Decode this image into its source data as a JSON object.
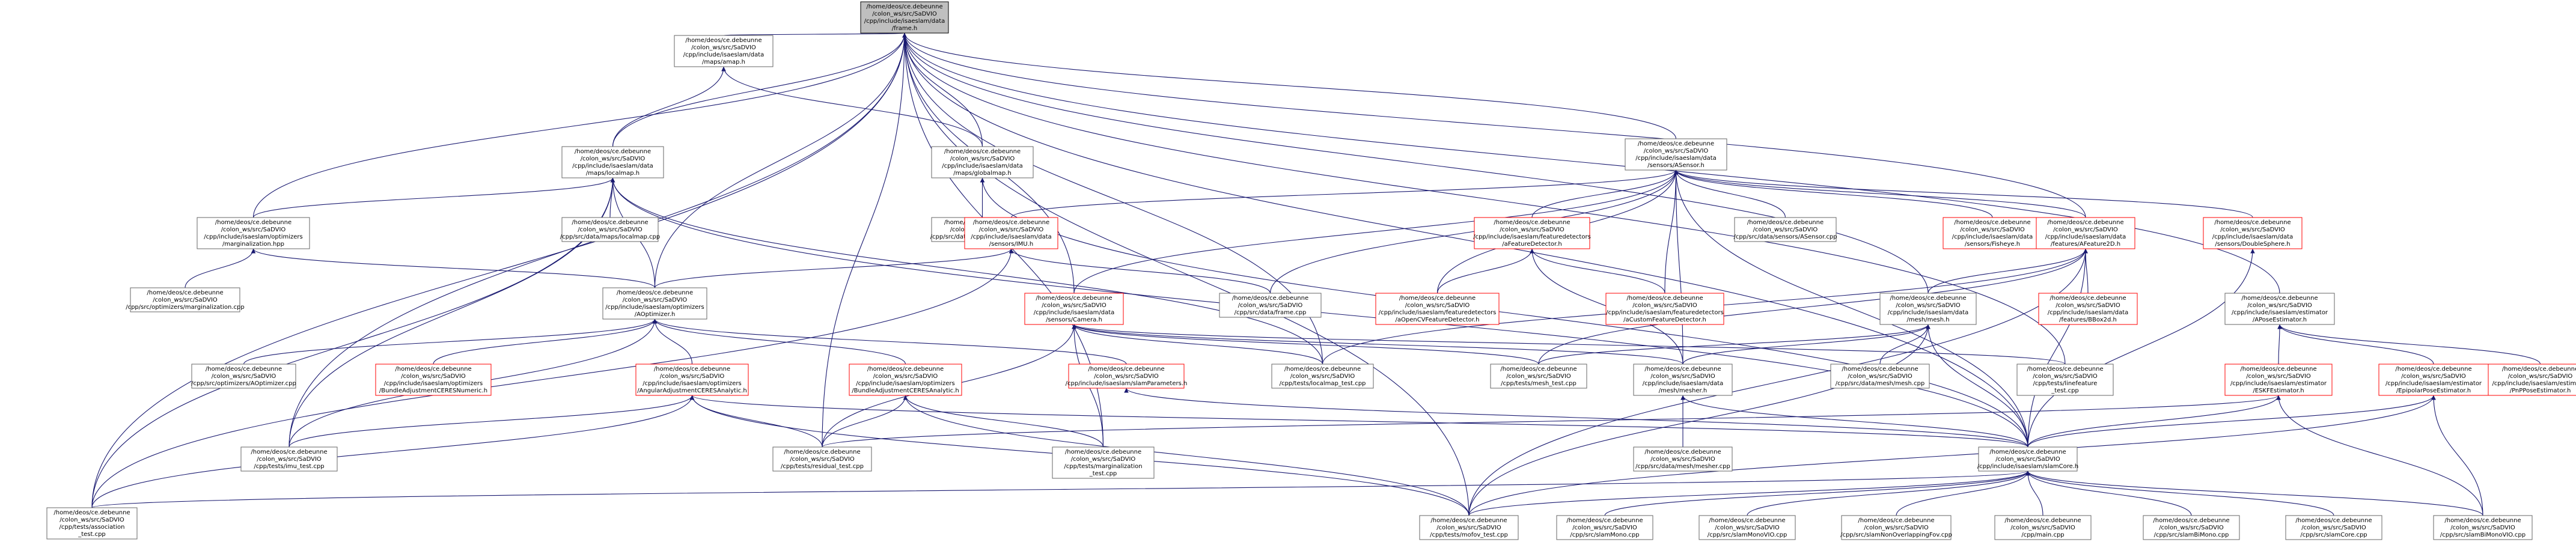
{
  "colors": {
    "background": "#ffffff",
    "node_fill": "#ffffff",
    "node_border": "#666666",
    "node_border_highlight": "#ff0000",
    "root_fill": "#bfbfbf",
    "root_border": "#000000",
    "edge_color": "#191970",
    "text_color": "#000000"
  },
  "nodes": [
    {
      "id": "frame",
      "root": true,
      "lines": [
        "/home/deos/ce.debeunne",
        "/colon_ws/src/SaDVIO",
        "/cpp/include/isaeslam/data",
        "/frame.h"
      ]
    },
    {
      "id": "amap",
      "lines": [
        "/home/deos/ce.debeunne",
        "/colon_ws/src/SaDVIO",
        "/cpp/include/isaeslam/data",
        "/maps/amap.h"
      ]
    },
    {
      "id": "asensor",
      "lines": [
        "/home/deos/ce.debeunne",
        "/colon_ws/src/SaDVIO",
        "/cpp/include/isaeslam/data",
        "/sensors/ASensor.h"
      ]
    },
    {
      "id": "localmap_h",
      "lines": [
        "/home/deos/ce.debeunne",
        "/colon_ws/src/SaDVIO",
        "/cpp/include/isaeslam/data",
        "/maps/localmap.h"
      ]
    },
    {
      "id": "globalmap_h",
      "lines": [
        "/home/deos/ce.debeunne",
        "/colon_ws/src/SaDVIO",
        "/cpp/include/isaeslam/data",
        "/maps/globalmap.h"
      ]
    },
    {
      "id": "marg_hpp",
      "lines": [
        "/home/deos/ce.debeunne",
        "/colon_ws/src/SaDVIO",
        "/cpp/include/isaeslam/optimizers",
        "/marginalization.hpp"
      ]
    },
    {
      "id": "localmap_cpp",
      "lines": [
        "/home/deos/ce.debeunne",
        "/colon_ws/src/SaDVIO",
        "/cpp/src/data/maps/localmap.cpp"
      ]
    },
    {
      "id": "globalmap_cpp",
      "lines": [
        "/home/deos/ce.debeunne",
        "/colon_ws/src/SaDVIO",
        "/cpp/src/data/maps/globalmap.cpp"
      ]
    },
    {
      "id": "imu_h",
      "red": true,
      "lines": [
        "/home/deos/ce.debeunne",
        "/colon_ws/src/SaDVIO",
        "/cpp/include/isaeslam/data",
        "/sensors/IMU.h"
      ]
    },
    {
      "id": "afeatdet",
      "red": true,
      "lines": [
        "/home/deos/ce.debeunne",
        "/colon_ws/src/SaDVIO",
        "/cpp/include/isaeslam/featuredetectors",
        "/aFeatureDetector.h"
      ]
    },
    {
      "id": "asensor_cpp",
      "lines": [
        "/home/deos/ce.debeunne",
        "/colon_ws/src/SaDVIO",
        "/cpp/src/data/sensors/ASensor.cpp"
      ]
    },
    {
      "id": "fisheye",
      "red": true,
      "lines": [
        "/home/deos/ce.debeunne",
        "/colon_ws/src/SaDVIO",
        "/cpp/include/isaeslam/data",
        "/sensors/Fisheye.h"
      ]
    },
    {
      "id": "afeature2d",
      "red": true,
      "lines": [
        "/home/deos/ce.debeunne",
        "/colon_ws/src/SaDVIO",
        "/cpp/include/isaeslam/data",
        "/features/AFeature2D.h"
      ]
    },
    {
      "id": "dsphere",
      "red": true,
      "lines": [
        "/home/deos/ce.debeunne",
        "/colon_ws/src/SaDVIO",
        "/cpp/include/isaeslam/data",
        "/sensors/DoubleSphere.h"
      ]
    },
    {
      "id": "marg_cpp",
      "lines": [
        "/home/deos/ce.debeunne",
        "/colon_ws/src/SaDVIO",
        "/cpp/src/optimizers/marginalization.cpp"
      ]
    },
    {
      "id": "aoptimizer",
      "lines": [
        "/home/deos/ce.debeunne",
        "/colon_ws/src/SaDVIO",
        "/cpp/include/isaeslam/optimizers",
        "/AOptimizer.h"
      ]
    },
    {
      "id": "frame_cpp",
      "lines": [
        "/home/deos/ce.debeunne",
        "/colon_ws/src/SaDVIO",
        "/cpp/src/data/frame.cpp"
      ]
    },
    {
      "id": "acamera",
      "red": true,
      "lines": [
        "/home/deos/ce.debeunne",
        "/colon_ws/src/SaDVIO",
        "/cpp/include/isaeslam/data",
        "/sensors/Camera.h"
      ]
    },
    {
      "id": "aocv",
      "red": true,
      "lines": [
        "/home/deos/ce.debeunne",
        "/colon_ws/src/SaDVIO",
        "/cpp/include/isaeslam/featuredetectors",
        "/aOpenCVFeatureDetector.h"
      ]
    },
    {
      "id": "acustom",
      "red": true,
      "lines": [
        "/home/deos/ce.debeunne",
        "/colon_ws/src/SaDVIO",
        "/cpp/include/isaeslam/featuredetectors",
        "/aCustomFeatureDetector.h"
      ]
    },
    {
      "id": "mesh_h",
      "lines": [
        "/home/deos/ce.debeunne",
        "/colon_ws/src/SaDVIO",
        "/cpp/include/isaeslam/data",
        "/mesh/mesh.h"
      ]
    },
    {
      "id": "bbox",
      "red": true,
      "lines": [
        "/home/deos/ce.debeunne",
        "/colon_ws/src/SaDVIO",
        "/cpp/include/isaeslam/data",
        "/features/BBox2d.h"
      ]
    },
    {
      "id": "aposeest",
      "lines": [
        "/home/deos/ce.debeunne",
        "/colon_ws/src/SaDVIO",
        "/cpp/include/isaeslam/estimator",
        "/APoseEstimator.h"
      ]
    },
    {
      "id": "aopt_cpp",
      "lines": [
        "/home/deos/ce.debeunne",
        "/colon_ws/src/SaDVIO",
        "/cpp/src/optimizers/AOptimizer.cpp"
      ]
    },
    {
      "id": "ba_num",
      "red": true,
      "lines": [
        "/home/deos/ce.debeunne",
        "/colon_ws/src/SaDVIO",
        "/cpp/include/isaeslam/optimizers",
        "/BundleAdjustmentCERESNumeric.h"
      ]
    },
    {
      "id": "aa_ceres",
      "red": true,
      "lines": [
        "/home/deos/ce.debeunne",
        "/colon_ws/src/SaDVIO",
        "/cpp/include/isaeslam/optimizers",
        "/AngularAdjustmentCERESAnalytic.h"
      ]
    },
    {
      "id": "ba_ana",
      "red": true,
      "lines": [
        "/home/deos/ce.debeunne",
        "/colon_ws/src/SaDVIO",
        "/cpp/include/isaeslam/optimizers",
        "/BundleAdjustmentCERESAnalytic.h"
      ]
    },
    {
      "id": "params",
      "red": true,
      "lines": [
        "/home/deos/ce.debeunne",
        "/colon_ws/src/SaDVIO",
        "/cpp/include/isaeslam/slamParameters.h"
      ]
    },
    {
      "id": "localmap_test",
      "lines": [
        "/home/deos/ce.debeunne",
        "/colon_ws/src/SaDVIO",
        "/cpp/tests/localmap_test.cpp"
      ]
    },
    {
      "id": "mesh_test",
      "lines": [
        "/home/deos/ce.debeunne",
        "/colon_ws/src/SaDVIO",
        "/cpp/tests/mesh_test.cpp"
      ]
    },
    {
      "id": "mesher_h",
      "lines": [
        "/home/deos/ce.debeunne",
        "/colon_ws/src/SaDVIO",
        "/cpp/include/isaeslam/data",
        "/mesh/mesher.h"
      ]
    },
    {
      "id": "mesh_cpp",
      "lines": [
        "/home/deos/ce.debeunne",
        "/colon_ws/src/SaDVIO",
        "/cpp/src/data/mesh/mesh.cpp"
      ]
    },
    {
      "id": "ft_test",
      "lines": [
        "/home/deos/ce.debeunne",
        "/colon_ws/src/SaDVIO",
        "/cpp/tests/linefeature",
        "_test.cpp"
      ]
    },
    {
      "id": "eskf",
      "red": true,
      "lines": [
        "/home/deos/ce.debeunne",
        "/colon_ws/src/SaDVIO",
        "/cpp/include/isaeslam/estimator",
        "/ESKFEstimator.h"
      ]
    },
    {
      "id": "epipolar",
      "red": true,
      "lines": [
        "/home/deos/ce.debeunne",
        "/colon_ws/src/SaDVIO",
        "/cpp/include/isaeslam/estimator",
        "/EpipolarPoseEstimator.h"
      ]
    },
    {
      "id": "pnp",
      "red": true,
      "lines": [
        "/home/deos/ce.debeunne",
        "/colon_ws/src/SaDVIO",
        "/cpp/include/isaeslam/estimator",
        "/PnPPoseEstimator.h"
      ]
    },
    {
      "id": "imu_test",
      "lines": [
        "/home/deos/ce.debeunne",
        "/colon_ws/src/SaDVIO",
        "/cpp/tests/imu_test.cpp"
      ]
    },
    {
      "id": "residual_test",
      "lines": [
        "/home/deos/ce.debeunne",
        "/colon_ws/src/SaDVIO",
        "/cpp/tests/residual_test.cpp"
      ]
    },
    {
      "id": "marg_test",
      "lines": [
        "/home/deos/ce.debeunne",
        "/colon_ws/src/SaDVIO",
        "/cpp/tests/marginalization",
        "_test.cpp"
      ]
    },
    {
      "id": "slamcore",
      "lines": [
        "/home/deos/ce.debeunne",
        "/colon_ws/src/SaDVIO",
        "/cpp/include/isaeslam/slamCore.h"
      ]
    },
    {
      "id": "mesher_cpp",
      "lines": [
        "/home/deos/ce.debeunne",
        "/colon_ws/src/SaDVIO",
        "/cpp/src/data/mesh/mesher.cpp"
      ]
    },
    {
      "id": "assoc_test",
      "lines": [
        "/home/deos/ce.debeunne",
        "/colon_ws/src/SaDVIO",
        "/cpp/tests/association",
        "_test.cpp"
      ]
    },
    {
      "id": "mofov_test",
      "lines": [
        "/home/deos/ce.debeunne",
        "/colon_ws/src/SaDVIO",
        "/cpp/tests/mofov_test.cpp"
      ]
    },
    {
      "id": "slammono",
      "lines": [
        "/home/deos/ce.debeunne",
        "/colon_ws/src/SaDVIO",
        "/cpp/src/slamMono.cpp"
      ]
    },
    {
      "id": "slammonovio",
      "lines": [
        "/home/deos/ce.debeunne",
        "/colon_ws/src/SaDVIO",
        "/cpp/src/slamMonoVIO.cpp"
      ]
    },
    {
      "id": "slamnonov",
      "lines": [
        "/home/deos/ce.debeunne",
        "/colon_ws/src/SaDVIO",
        "/cpp/src/slamNonOverlappingFov.cpp"
      ]
    },
    {
      "id": "main_cpp",
      "lines": [
        "/home/deos/ce.debeunne",
        "/colon_ws/src/SaDVIO",
        "/cpp/main.cpp"
      ]
    },
    {
      "id": "slambimono",
      "lines": [
        "/home/deos/ce.debeunne",
        "/colon_ws/src/SaDVIO",
        "/cpp/src/slamBiMono.cpp"
      ]
    },
    {
      "id": "slamcore_cpp",
      "lines": [
        "/home/deos/ce.debeunne",
        "/colon_ws/src/SaDVIO",
        "/cpp/src/slamCore.cpp"
      ]
    },
    {
      "id": "slambimonovio",
      "lines": [
        "/home/deos/ce.debeunne",
        "/colon_ws/src/SaDVIO",
        "/cpp/src/slamBiMonoVIO.cpp"
      ]
    }
  ],
  "edges": [
    [
      "frame",
      "amap"
    ],
    [
      "frame",
      "asensor"
    ],
    [
      "frame",
      "localmap_h"
    ],
    [
      "frame",
      "globalmap_h"
    ],
    [
      "frame",
      "marg_hpp"
    ],
    [
      "frame",
      "aoptimizer"
    ],
    [
      "frame",
      "acamera"
    ],
    [
      "frame",
      "afeature2d"
    ],
    [
      "frame",
      "aposeest"
    ],
    [
      "frame",
      "slamcore"
    ],
    [
      "frame",
      "localmap_test"
    ],
    [
      "frame",
      "residual_test"
    ],
    [
      "frame",
      "marg_test"
    ],
    [
      "frame",
      "imu_test"
    ],
    [
      "frame",
      "assoc_test"
    ],
    [
      "frame",
      "mofov_test"
    ],
    [
      "frame",
      "ft_test"
    ],
    [
      "frame",
      "mesh_h"
    ],
    [
      "amap",
      "localmap_h"
    ],
    [
      "amap",
      "globalmap_h"
    ],
    [
      "localmap_h",
      "marg_hpp"
    ],
    [
      "localmap_h",
      "localmap_cpp"
    ],
    [
      "localmap_h",
      "aoptimizer"
    ],
    [
      "localmap_h",
      "slamcore"
    ],
    [
      "localmap_h",
      "imu_test"
    ],
    [
      "localmap_h",
      "assoc_test"
    ],
    [
      "localmap_h",
      "localmap_test"
    ],
    [
      "globalmap_h",
      "globalmap_cpp"
    ],
    [
      "globalmap_h",
      "slamcore"
    ],
    [
      "marg_hpp",
      "marg_cpp"
    ],
    [
      "marg_hpp",
      "aoptimizer"
    ],
    [
      "asensor",
      "imu_h"
    ],
    [
      "asensor",
      "afeatdet"
    ],
    [
      "asensor",
      "asensor_cpp"
    ],
    [
      "asensor",
      "fisheye"
    ],
    [
      "asensor",
      "afeature2d"
    ],
    [
      "asensor",
      "dsphere"
    ],
    [
      "asensor",
      "acamera"
    ],
    [
      "asensor",
      "frame_cpp"
    ],
    [
      "asensor",
      "aocv"
    ],
    [
      "asensor",
      "acustom"
    ],
    [
      "asensor",
      "mesher_h"
    ],
    [
      "asensor",
      "slamcore"
    ],
    [
      "imu_h",
      "frame_cpp"
    ],
    [
      "imu_h",
      "aoptimizer"
    ],
    [
      "imu_h",
      "assoc_test"
    ],
    [
      "afeatdet",
      "aocv"
    ],
    [
      "afeatdet",
      "acustom"
    ],
    [
      "afeatdet",
      "mesher_h"
    ],
    [
      "afeature2d",
      "bbox"
    ],
    [
      "afeature2d",
      "mesh_h"
    ],
    [
      "afeature2d",
      "slamcore"
    ],
    [
      "afeature2d",
      "mofov_test"
    ],
    [
      "afeature2d",
      "localmap_test"
    ],
    [
      "afeature2d",
      "mesh_test"
    ],
    [
      "dsphere",
      "slamcore"
    ],
    [
      "aoptimizer",
      "aopt_cpp"
    ],
    [
      "aoptimizer",
      "ba_num"
    ],
    [
      "aoptimizer",
      "aa_ceres"
    ],
    [
      "aoptimizer",
      "ba_ana"
    ],
    [
      "aoptimizer",
      "params"
    ],
    [
      "aoptimizer",
      "imu_test"
    ],
    [
      "acamera",
      "localmap_test"
    ],
    [
      "acamera",
      "mesh_test"
    ],
    [
      "acamera",
      "mesher_h"
    ],
    [
      "acamera",
      "residual_test"
    ],
    [
      "acamera",
      "marg_test"
    ],
    [
      "acamera",
      "ft_test"
    ],
    [
      "mesh_h",
      "mesh_cpp"
    ],
    [
      "mesh_h",
      "mesher_h"
    ],
    [
      "mesh_h",
      "mesh_test"
    ],
    [
      "mesh_h",
      "slamcore"
    ],
    [
      "mesh_h",
      "mofov_test"
    ],
    [
      "mesher_h",
      "mesher_cpp"
    ],
    [
      "mesher_h",
      "slamcore"
    ],
    [
      "aa_ceres",
      "residual_test"
    ],
    [
      "aa_ceres",
      "imu_test"
    ],
    [
      "aa_ceres",
      "assoc_test"
    ],
    [
      "aa_ceres",
      "slamcore"
    ],
    [
      "aa_ceres",
      "mofov_test"
    ],
    [
      "ba_ana",
      "residual_test"
    ],
    [
      "ba_ana",
      "marg_test"
    ],
    [
      "ba_ana",
      "mofov_test"
    ],
    [
      "params",
      "slamcore"
    ],
    [
      "aposeest",
      "eskf"
    ],
    [
      "aposeest",
      "epipolar"
    ],
    [
      "aposeest",
      "pnp"
    ],
    [
      "eskf",
      "slamcore"
    ],
    [
      "eskf",
      "slambimonovio"
    ],
    [
      "eskf",
      "residual_test"
    ],
    [
      "epipolar",
      "slamcore"
    ],
    [
      "epipolar",
      "mofov_test"
    ],
    [
      "epipolar",
      "slambimonovio"
    ],
    [
      "slamcore",
      "assoc_test"
    ],
    [
      "slamcore",
      "mofov_test"
    ],
    [
      "slamcore",
      "slammono"
    ],
    [
      "slamcore",
      "slammonovio"
    ],
    [
      "slamcore",
      "slamnonov"
    ],
    [
      "slamcore",
      "main_cpp"
    ],
    [
      "slamcore",
      "slambimono"
    ],
    [
      "slamcore",
      "slamcore_cpp"
    ],
    [
      "slamcore",
      "slambimonovio"
    ]
  ]
}
